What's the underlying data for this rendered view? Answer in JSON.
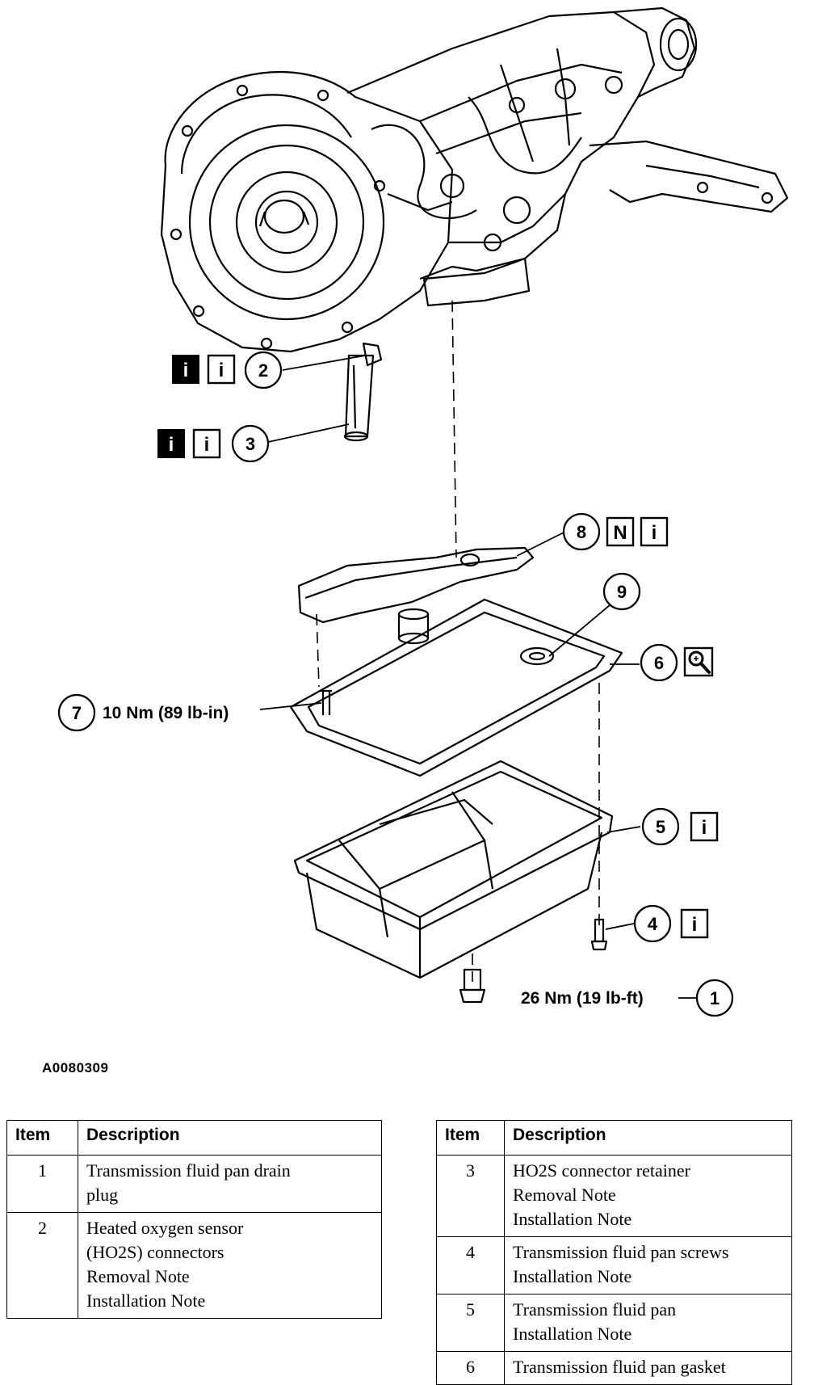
{
  "figure_id": "A0080309",
  "callouts": {
    "c1": "1",
    "c2": "2",
    "c3": "3",
    "c4": "4",
    "c5": "5",
    "c6": "6",
    "c7": "7",
    "c8": "8",
    "c9": "9"
  },
  "torque": {
    "item7": "10 Nm (89 lb-in)",
    "item1": "26 Nm (19 lb-ft)"
  },
  "icons": {
    "info": "i",
    "new_part": "N",
    "inspect": "magnifier-icon"
  },
  "tables": {
    "header_item": "Item",
    "header_description": "Description",
    "left": [
      {
        "item": "1",
        "lines": [
          "Transmission fluid pan drain",
          "plug"
        ]
      },
      {
        "item": "2",
        "lines": [
          "Heated oxygen sensor",
          "(HO2S) connectors",
          "Removal Note",
          "Installation Note"
        ]
      }
    ],
    "right": [
      {
        "item": "3",
        "lines": [
          "HO2S connector retainer",
          "Removal Note",
          "Installation Note"
        ]
      },
      {
        "item": "4",
        "lines": [
          "Transmission fluid pan screws",
          "Installation Note"
        ]
      },
      {
        "item": "5",
        "lines": [
          "Transmission fluid pan",
          "Installation Note"
        ]
      },
      {
        "item": "6",
        "lines": [
          "Transmission fluid pan gasket"
        ]
      }
    ]
  }
}
